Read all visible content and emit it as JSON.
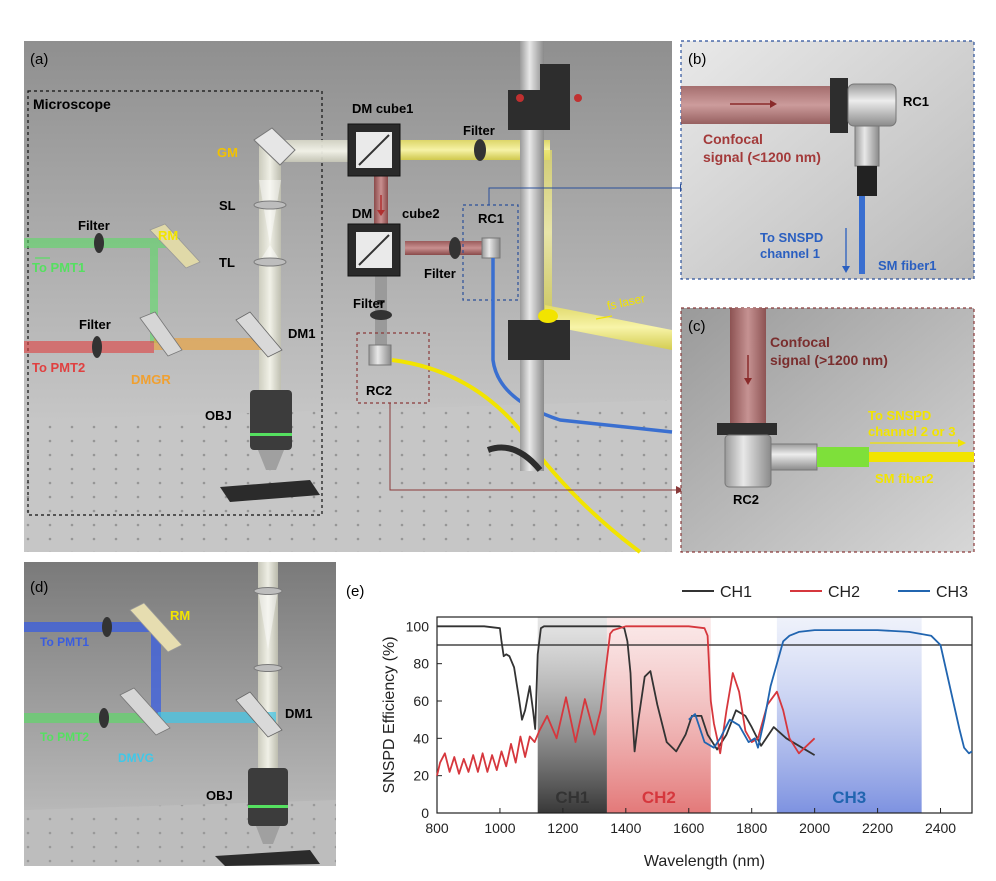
{
  "panel_a": {
    "tag": "(a)",
    "microscope": "Microscope",
    "gm": "GM",
    "sl": "SL",
    "tl": "TL",
    "dm1": "DM1",
    "obj": "OBJ",
    "rm": "RM",
    "filter": "Filter",
    "to_pmt1": "To PMT1",
    "to_pmt2": "To PMT2",
    "dmgr": "DMGR",
    "dm_cube1": "DM cube1",
    "dm_cube2_a": "DM",
    "dm_cube2_b": "cube2",
    "rc1": "RC1",
    "rc2": "RC2",
    "fs_laser": "fs laser"
  },
  "panel_b": {
    "tag": "(b)",
    "rc1": "RC1",
    "confocal_1": "Confocal",
    "confocal_2": "signal (<1200 nm)",
    "snspd_1": "To SNSPD",
    "snspd_2": "channel 1",
    "fiber": "SM fiber1"
  },
  "panel_c": {
    "tag": "(c)",
    "confocal_1": "Confocal",
    "confocal_2": "signal (>1200 nm)",
    "snspd_1": "To SNSPD",
    "snspd_2": "channel 2 or 3",
    "fiber": "SM fiber2",
    "rc2": "RC2"
  },
  "panel_d": {
    "tag": "(d)",
    "rm": "RM",
    "to_pmt1": "To PMT1",
    "to_pmt2": "To PMT2",
    "dmvg": "DMVG",
    "dm1": "DM1",
    "obj": "OBJ"
  },
  "panel_e": {
    "tag": "(e)"
  },
  "colors": {
    "ch1": "#333333",
    "ch2": "#d6373d",
    "ch3": "#2165b0",
    "yellow": "#f2e400",
    "green": "#55e060",
    "red": "#e04040",
    "orange": "#f0a030",
    "blue_beam": "#3a5de0",
    "cyan": "#40c8e8"
  },
  "chart_data": {
    "type": "line",
    "xlabel": "Wavelength (nm)",
    "ylabel": "SNSPD Efficiency (%)",
    "xlim": [
      800,
      2500
    ],
    "ylim": [
      0,
      105
    ],
    "xticks": [
      800,
      1000,
      1200,
      1400,
      1600,
      1800,
      2000,
      2200,
      2400
    ],
    "yticks": [
      0,
      20,
      40,
      60,
      80,
      100
    ],
    "hline": 90,
    "legend": "top",
    "bands": [
      {
        "label": "CH1",
        "x0": 1120,
        "x1": 1340
      },
      {
        "label": "CH2",
        "x0": 1340,
        "x1": 1670
      },
      {
        "label": "CH3",
        "x0": 1880,
        "x1": 2340
      }
    ],
    "series": [
      {
        "name": "CH1",
        "x": [
          800,
          950,
          1000,
          1005,
          1012,
          1020,
          1030,
          1045,
          1060,
          1070,
          1080,
          1095,
          1105,
          1112,
          1120,
          1130,
          1140,
          1200,
          1300,
          1380,
          1395,
          1405,
          1415,
          1420,
          1428,
          1440,
          1460,
          1478,
          1500,
          1530,
          1560,
          1590,
          1610,
          1640,
          1660,
          1690,
          1720,
          1750,
          1780,
          1800,
          1830,
          1870,
          1910,
          1950,
          2000
        ],
        "y": [
          100,
          100,
          99,
          92,
          84,
          85,
          84,
          78,
          62,
          50,
          55,
          68,
          55,
          45,
          85,
          99,
          100,
          100,
          100,
          100,
          99,
          92,
          75,
          55,
          33,
          50,
          73,
          76,
          58,
          38,
          33,
          42,
          52,
          52,
          42,
          34,
          42,
          55,
          52,
          46,
          36,
          46,
          40,
          36,
          31
        ]
      },
      {
        "name": "CH2",
        "x": [
          800,
          810,
          825,
          840,
          855,
          870,
          885,
          900,
          915,
          930,
          945,
          960,
          975,
          990,
          1005,
          1020,
          1035,
          1050,
          1065,
          1080,
          1095,
          1110,
          1125,
          1150,
          1180,
          1210,
          1240,
          1270,
          1300,
          1320,
          1340,
          1350,
          1360,
          1380,
          1400,
          1500,
          1600,
          1650,
          1660,
          1670,
          1680,
          1690,
          1700,
          1720,
          1740,
          1760,
          1780,
          1800,
          1820,
          1850,
          1880,
          1900,
          1920,
          1950,
          2000
        ],
        "y": [
          20,
          27,
          32,
          22,
          30,
          21,
          29,
          22,
          31,
          22,
          32,
          22,
          31,
          23,
          33,
          25,
          37,
          27,
          41,
          30,
          41,
          38,
          44,
          52,
          40,
          62,
          38,
          61,
          42,
          55,
          82,
          96,
          98,
          99,
          100,
          100,
          100,
          99,
          95,
          60,
          48,
          40,
          32,
          55,
          75,
          65,
          44,
          38,
          40,
          58,
          65,
          55,
          40,
          32,
          40
        ]
      },
      {
        "name": "CH3",
        "x": [
          1600,
          1620,
          1650,
          1680,
          1700,
          1730,
          1760,
          1790,
          1810,
          1820,
          1840,
          1860,
          1880,
          1900,
          1920,
          1950,
          2000,
          2100,
          2200,
          2300,
          2370,
          2400,
          2420,
          2440,
          2460,
          2475,
          2490,
          2500
        ],
        "y": [
          50,
          53,
          38,
          35,
          40,
          50,
          47,
          38,
          40,
          35,
          50,
          68,
          80,
          92,
          95,
          97,
          98,
          98,
          98,
          97,
          95,
          90,
          75,
          60,
          45,
          35,
          32,
          33
        ]
      }
    ]
  }
}
